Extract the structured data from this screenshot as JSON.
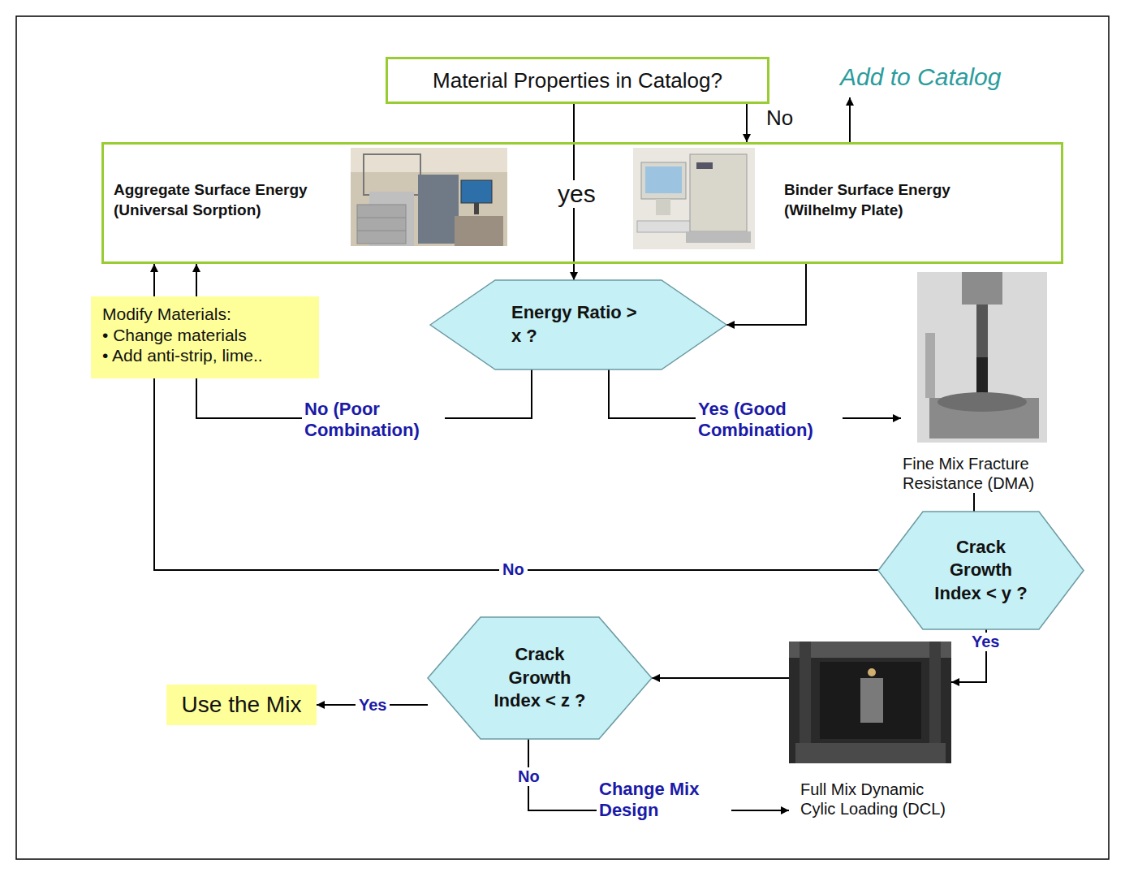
{
  "diagram": {
    "nodes": [
      {
        "text": [
          "Material Properties in Catalog?"
        ]
      },
      {
        "text": [
          "Aggregate Surface Energy (Universal Sorption)",
          "Binder Surface Energy (Wilhelmy Plate)"
        ]
      },
      {
        "text": [
          "Energy Ratio > x ?"
        ]
      },
      {
        "text": [
          "Modify Materials:",
          "• Change materials",
          "• Add anti-strip, lime.."
        ]
      },
      {
        "text": [
          "Fine Mix Fracture Resistance (DMA)"
        ]
      },
      {
        "text": [
          "Crack Growth Index < y ?"
        ]
      },
      {
        "text": [
          "Full Mix Dynamic Cylic Loading (DCL)"
        ]
      },
      {
        "text": [
          "Crack Growth Index < z ?"
        ]
      },
      {
        "text": [
          "Use the Mix"
        ]
      }
    ],
    "edges": [
      {
        "from": 0,
        "to": 1,
        "label": "No",
        "arrow": "to"
      },
      {
        "from": 0,
        "to": 2,
        "label": "yes",
        "arrow": "to"
      },
      {
        "from": 1,
        "to": 2,
        "arrow": "to"
      },
      {
        "from": 2,
        "to": 3,
        "label": "No (Poor Combination)",
        "arrow": "none"
      },
      {
        "from": 3,
        "to": 1,
        "arrow": "to"
      },
      {
        "from": 3,
        "to": 1,
        "arrow": "to"
      },
      {
        "from": 2,
        "to": 4,
        "label": "Yes (Good Combination)",
        "arrow": "to"
      },
      {
        "from": 4,
        "to": 5,
        "arrow": "none"
      },
      {
        "from": 5,
        "to": 3,
        "label": "No",
        "arrow": "none"
      },
      {
        "from": 5,
        "to": 6,
        "label": "Yes",
        "arrow": "to"
      },
      {
        "from": 6,
        "to": 7,
        "arrow": "to"
      },
      {
        "from": 7,
        "to": 8,
        "label": "Yes",
        "arrow": "to"
      },
      {
        "from": 7,
        "to": 6,
        "label": "No",
        "arrow": "to"
      }
    ],
    "labels": [
      "Add to Catalog",
      "Change Mix Design"
    ]
  }
}
